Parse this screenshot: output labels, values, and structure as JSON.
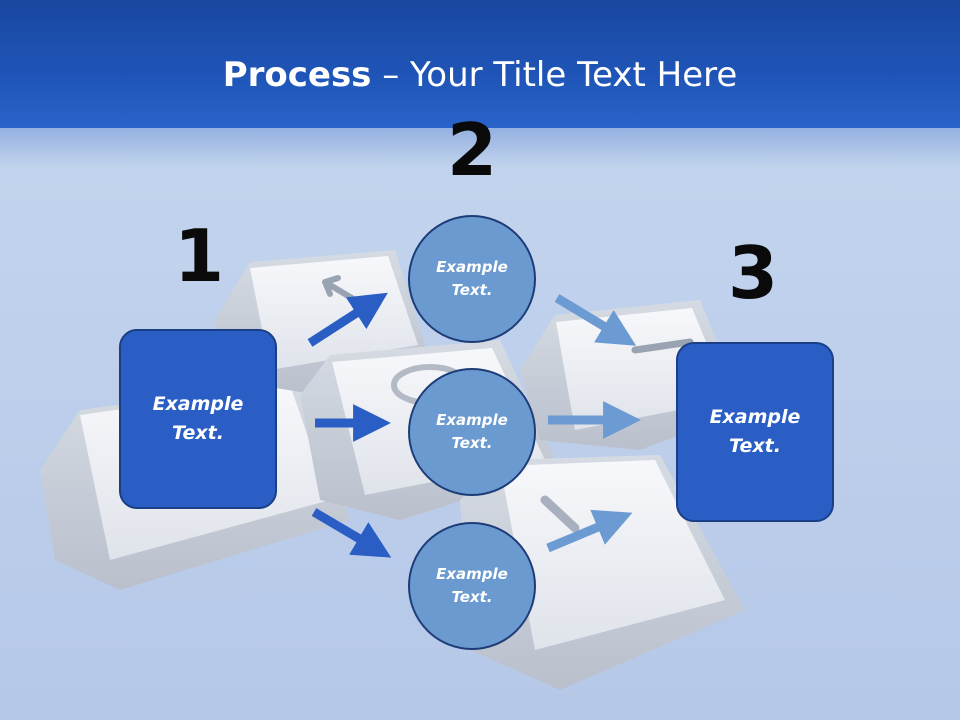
{
  "slide": {
    "title_bold": "Process",
    "title_rest": " – Your Title Text Here"
  },
  "steps": [
    {
      "number": "1"
    },
    {
      "number": "2"
    },
    {
      "number": "3"
    }
  ],
  "left_box": {
    "label": "Example Text."
  },
  "circles": [
    {
      "label": "Example Text."
    },
    {
      "label": "Example Text."
    },
    {
      "label": "Example Text."
    }
  ],
  "right_box": {
    "label": "Example Text."
  },
  "colors": {
    "header": "#1f55b8",
    "box_fill": "#2a5ec4",
    "circle_fill": "#6a9ad0",
    "arrow_dark": "#2a5ec4",
    "arrow_light": "#6b9bd2"
  }
}
